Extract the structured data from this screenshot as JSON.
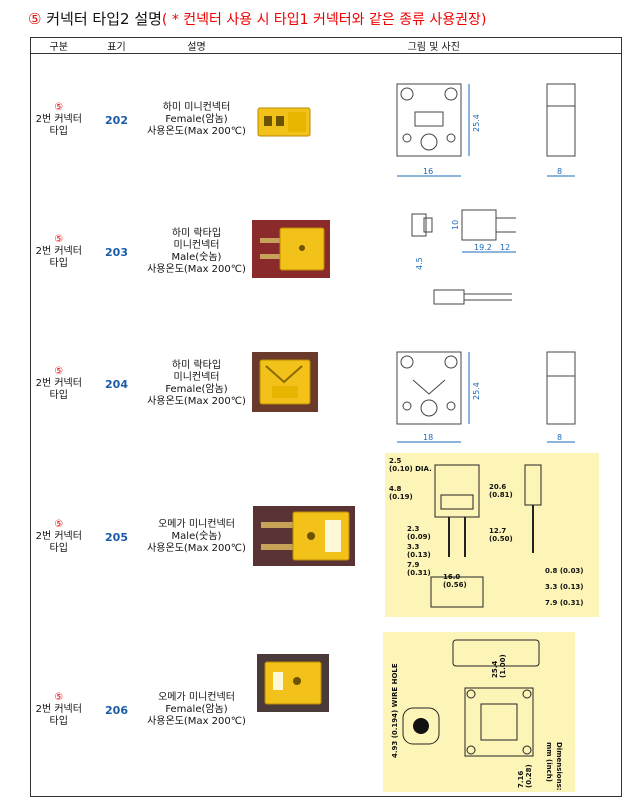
{
  "heading": {
    "number": "⑤",
    "title": "커넥터 타입2 설명",
    "note": "( * 컨넥터 사용 시 타입1 커넥터와 같은 종류 사용권장)"
  },
  "columns": [
    "구분",
    "표기",
    "설명",
    "그림 및 사진"
  ],
  "rows": [
    {
      "category_num": "⑤",
      "category": [
        "2번 커넥터",
        "타입"
      ],
      "code": "202",
      "desc": [
        "하미 미니컨넥터",
        "Female(암놈)",
        "사용온도(Max 200℃)"
      ],
      "dims": [
        "16",
        "25.4",
        "8"
      ]
    },
    {
      "category_num": "⑤",
      "category": [
        "2번 커넥터",
        "타입"
      ],
      "code": "203",
      "desc": [
        "하미 락타입",
        "미니컨넥터",
        "Male(숫놈)",
        "사용온도(Max 200℃)"
      ],
      "dims": [
        "10",
        "19.2",
        "12",
        "4.5"
      ]
    },
    {
      "category_num": "⑤",
      "category": [
        "2번 커넥터",
        "타입"
      ],
      "code": "204",
      "desc": [
        "하미 락타입",
        "미니컨넥터",
        "Female(암놈)",
        "사용온도(Max 200℃)"
      ],
      "dims": [
        "18",
        "25.4",
        "8"
      ]
    },
    {
      "category_num": "⑤",
      "category": [
        "2번 커넥터",
        "타입"
      ],
      "code": "205",
      "desc": [
        "오메가 미니컨넥터",
        "Male(숫놈)",
        "사용온도(Max 200℃)"
      ],
      "dims": [
        "2.5",
        "(0.10) DIA.",
        "4.8",
        "(0.19)",
        "20.6",
        "(0.81)",
        "2.3",
        "(0.09)",
        "3.3",
        "(0.13)",
        "12.7",
        "(0.50)",
        "7.9",
        "(0.31)",
        "16.0",
        "(0.56)",
        "0.8 (0.03)",
        "3.3 (0.13)",
        "7.9 (0.31)"
      ]
    },
    {
      "category_num": "⑤",
      "category": [
        "2번 커넥터",
        "타입"
      ],
      "code": "206",
      "desc": [
        "오메가 미니컨넥터",
        "Female(암놈)",
        "사용온도(Max 200℃)"
      ],
      "dims": [
        "4.93 (0.194) WIRE HOLE",
        "25.4",
        "(1.00)",
        "7.16",
        "(0.28)",
        "Dimensions:",
        "mm (inch)"
      ]
    }
  ],
  "colors": {
    "accent_red": "#e00000",
    "code_blue": "#1a5ca8",
    "dim_blue": "#1a6ab8",
    "connector_yellow": "#f2c21a",
    "drawing_bg": "#fdf5b8"
  }
}
